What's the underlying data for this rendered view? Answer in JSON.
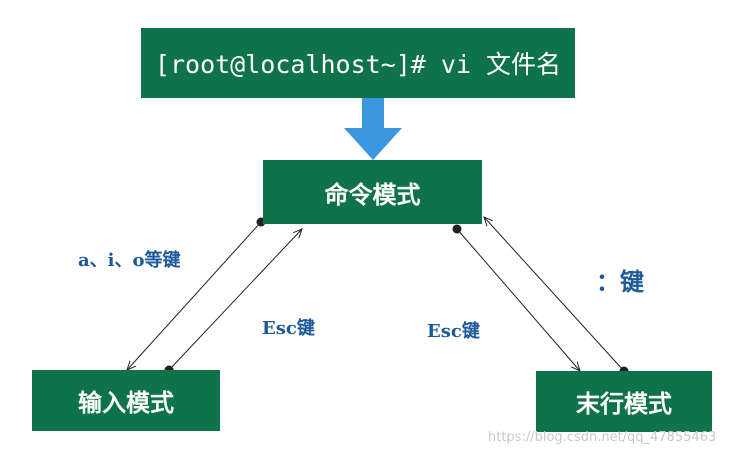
{
  "command_box": {
    "text": "[root@localhost~]# vi 文件名"
  },
  "modes": {
    "command": "命令模式",
    "input": "输入模式",
    "last_line": "末行模式"
  },
  "transitions": {
    "to_input": "a、i、o等键",
    "input_to_command": "Esc键",
    "last_line_to_command": "Esc键",
    "to_last_line": "：键"
  },
  "watermark": "https://blog.csdn.net/qq_47855463",
  "colors": {
    "box_fill": "#0e7349",
    "box_text": "#ffffff",
    "label_text": "#1d5a99",
    "big_arrow": "#3a96dd",
    "connector": "#222222"
  }
}
